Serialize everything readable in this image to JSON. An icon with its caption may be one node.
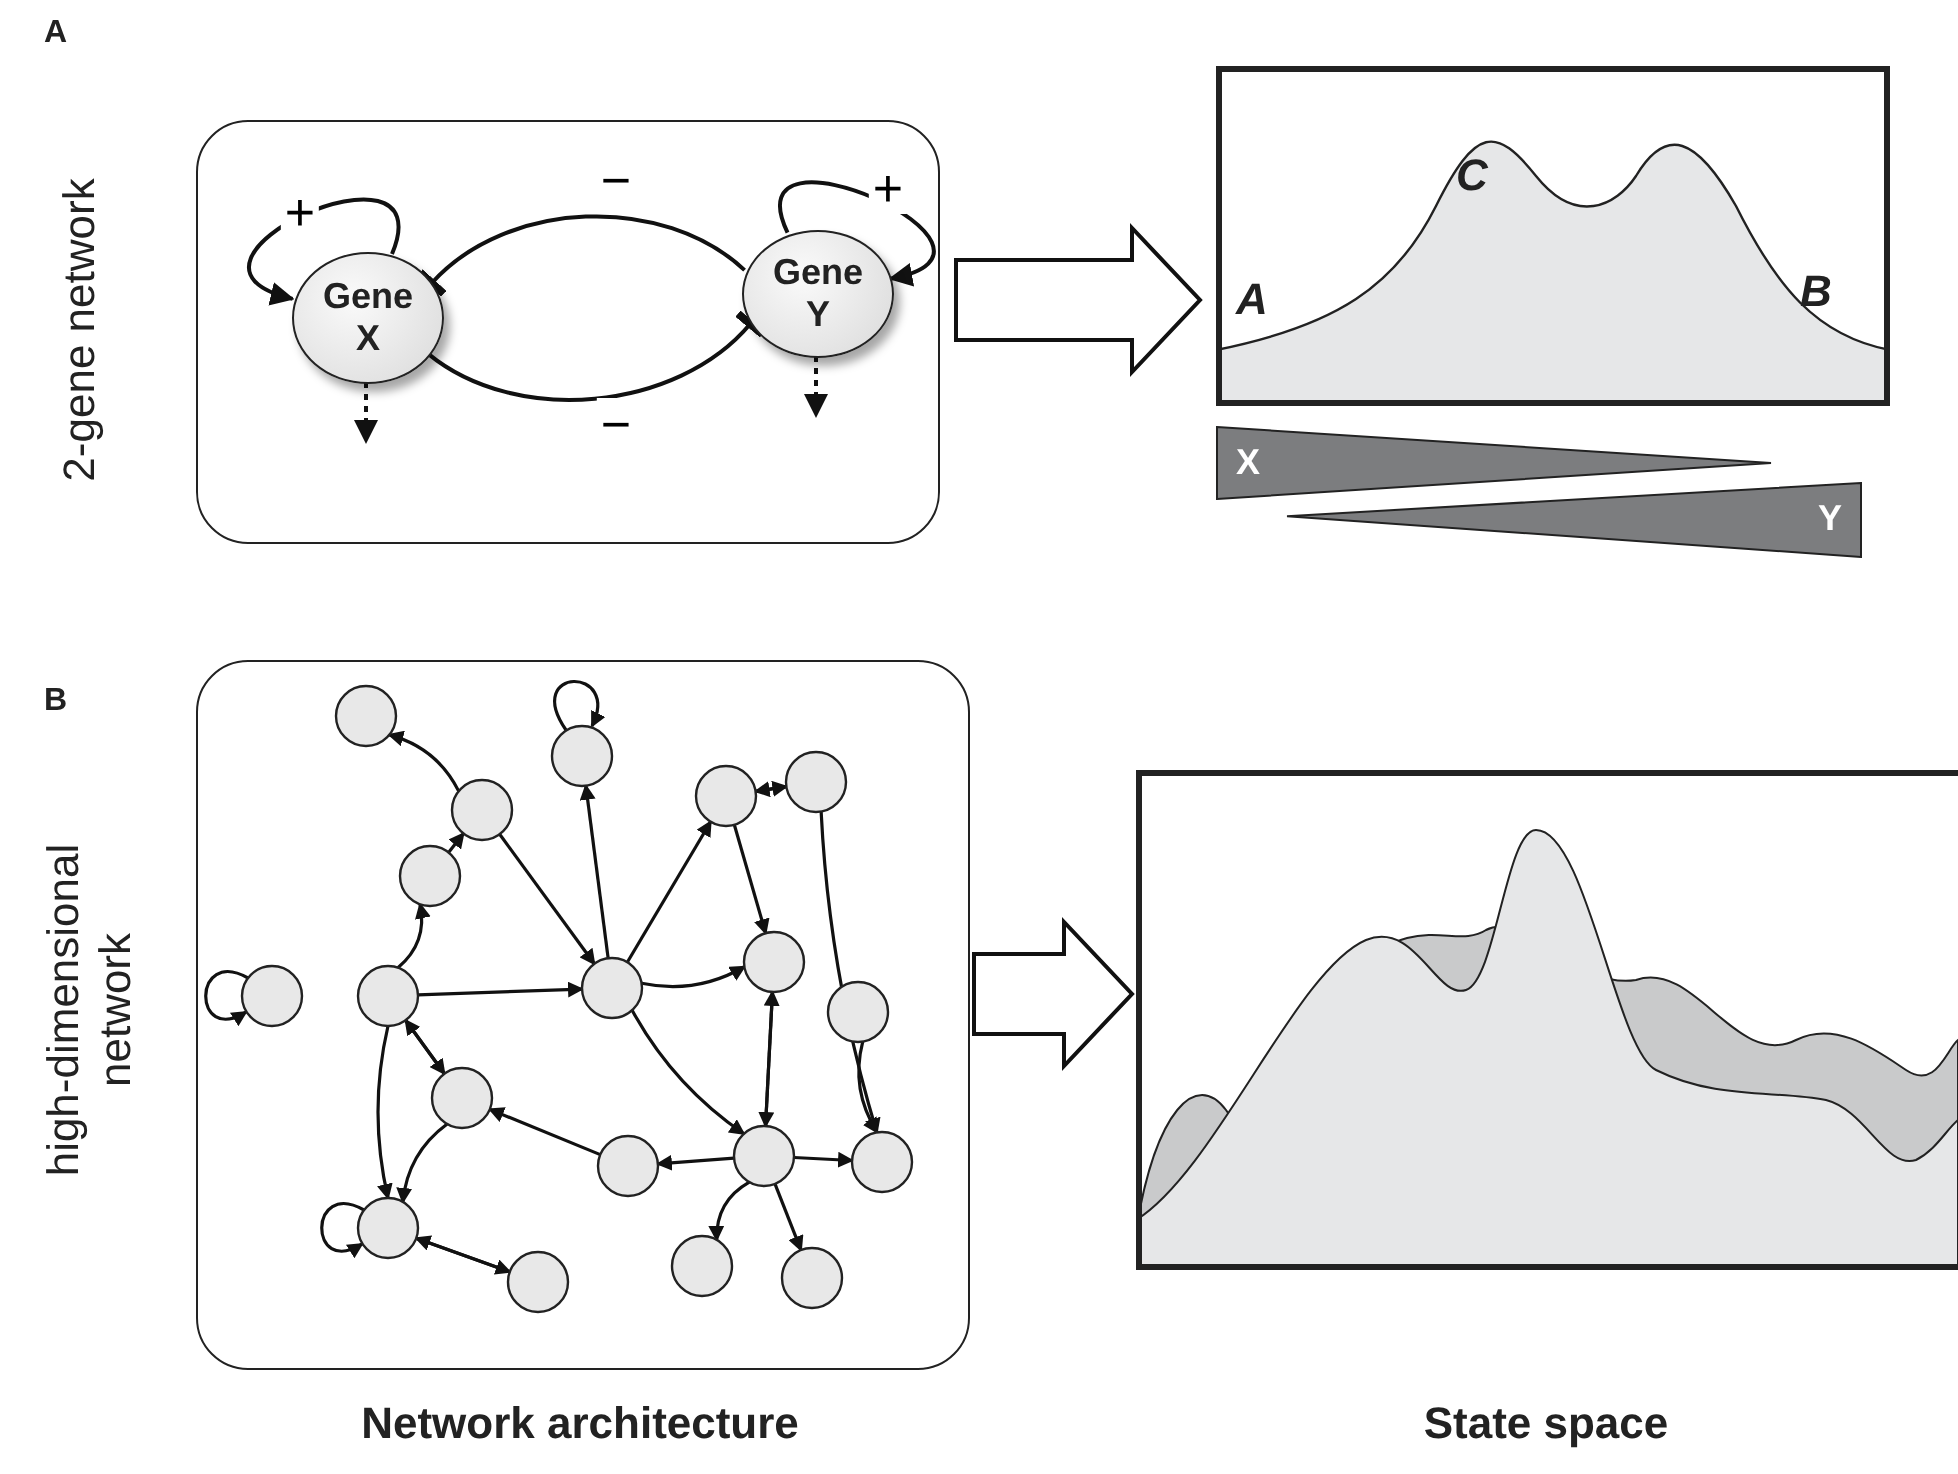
{
  "diagram": {
    "nodes": [
      {
        "text": [],
        "shape": "box"
      },
      {
        "text": [
          "Gene X"
        ],
        "in": 0
      },
      {
        "text": [
          "Gene Y"
        ],
        "in": 0
      },
      {
        "text": [],
        "shape": "picture"
      },
      {
        "text": [
          "X"
        ]
      },
      {
        "text": [
          "Y"
        ]
      },
      {
        "text": [],
        "shape": "box"
      },
      {
        "text": [],
        "shape": "picture"
      }
    ],
    "edges": [
      {
        "from": 1,
        "to": 1,
        "arrow": "to",
        "label": "+"
      },
      {
        "from": 2,
        "to": 2,
        "arrow": "to",
        "label": "+"
      },
      {
        "from": 2,
        "to": 1,
        "arrow": "other",
        "label": "−"
      },
      {
        "from": 1,
        "to": 2,
        "arrow": "other",
        "label": "−"
      },
      {
        "from": 1,
        "to": null,
        "arrow": "to",
        "style": "dashed"
      },
      {
        "from": 2,
        "to": null,
        "arrow": "to",
        "style": "dashed"
      },
      {
        "from": 0,
        "to": 3,
        "arrow": "to"
      },
      {
        "from": 6,
        "to": 7,
        "arrow": "to"
      }
    ],
    "labels": [
      "A",
      "2-gene network",
      "C",
      "A",
      "B",
      "B",
      "high-dimensional network",
      "Network architecture",
      "State space"
    ]
  }
}
